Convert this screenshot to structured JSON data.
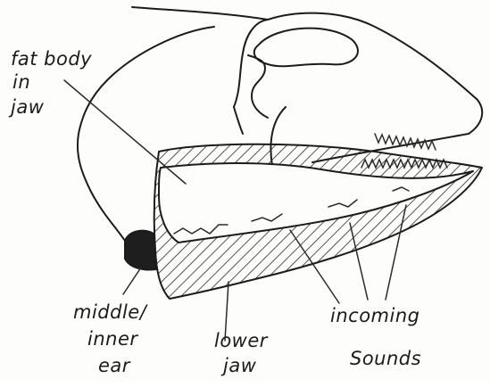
{
  "labels": {
    "fat_body_line1": "fat body",
    "fat_body_line2": "in",
    "fat_body_line3": "jaw",
    "middle_inner_line1": "middle/",
    "middle_inner_line2": "inner",
    "middle_inner_line3": "ear",
    "lower_jaw_line1": "lower",
    "lower_jaw_line2": "jaw",
    "incoming_line1": "incoming",
    "incoming_line2": "Sounds"
  },
  "colors": {
    "ink": "#1c1c1c",
    "paper": "#fdfdfc"
  }
}
